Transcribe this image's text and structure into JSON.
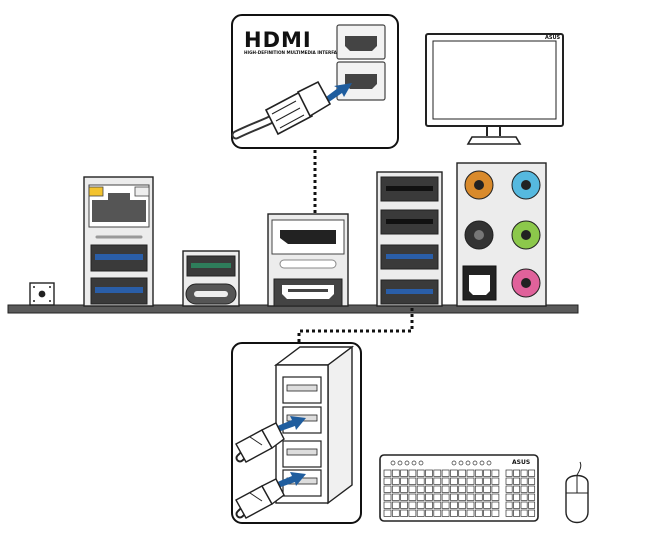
{
  "hdmi_callout": {
    "logo_text": "HDMI",
    "tagline": "HIGH-DEFINITION MULTIMEDIA INTERFACE"
  },
  "monitor": {
    "brand": "ASUS"
  },
  "keyboard": {
    "brand": "ASUS"
  },
  "colors": {
    "usb_blue": "#2a5ea8",
    "usb_c_green": "#2e7d5b",
    "led_yellow": "#f3c32e",
    "hdmi_arrow": "#1f5d9e",
    "audio_orange": "#d98a2b",
    "audio_light_blue": "#56b9df",
    "audio_black": "#333333",
    "audio_lime": "#8cc84b",
    "audio_pink": "#e0629b",
    "board_edge": "#555555"
  },
  "icons": [
    "power-button-icon",
    "lan-port-icon",
    "usb-port-icon",
    "usb-c-port-icon",
    "displayport-icon",
    "hdmi-port-icon",
    "audio-jack-icon",
    "optical-spdif-icon",
    "monitor-icon",
    "keyboard-icon",
    "mouse-icon",
    "hdmi-cable-icon",
    "usb-cable-icon"
  ]
}
